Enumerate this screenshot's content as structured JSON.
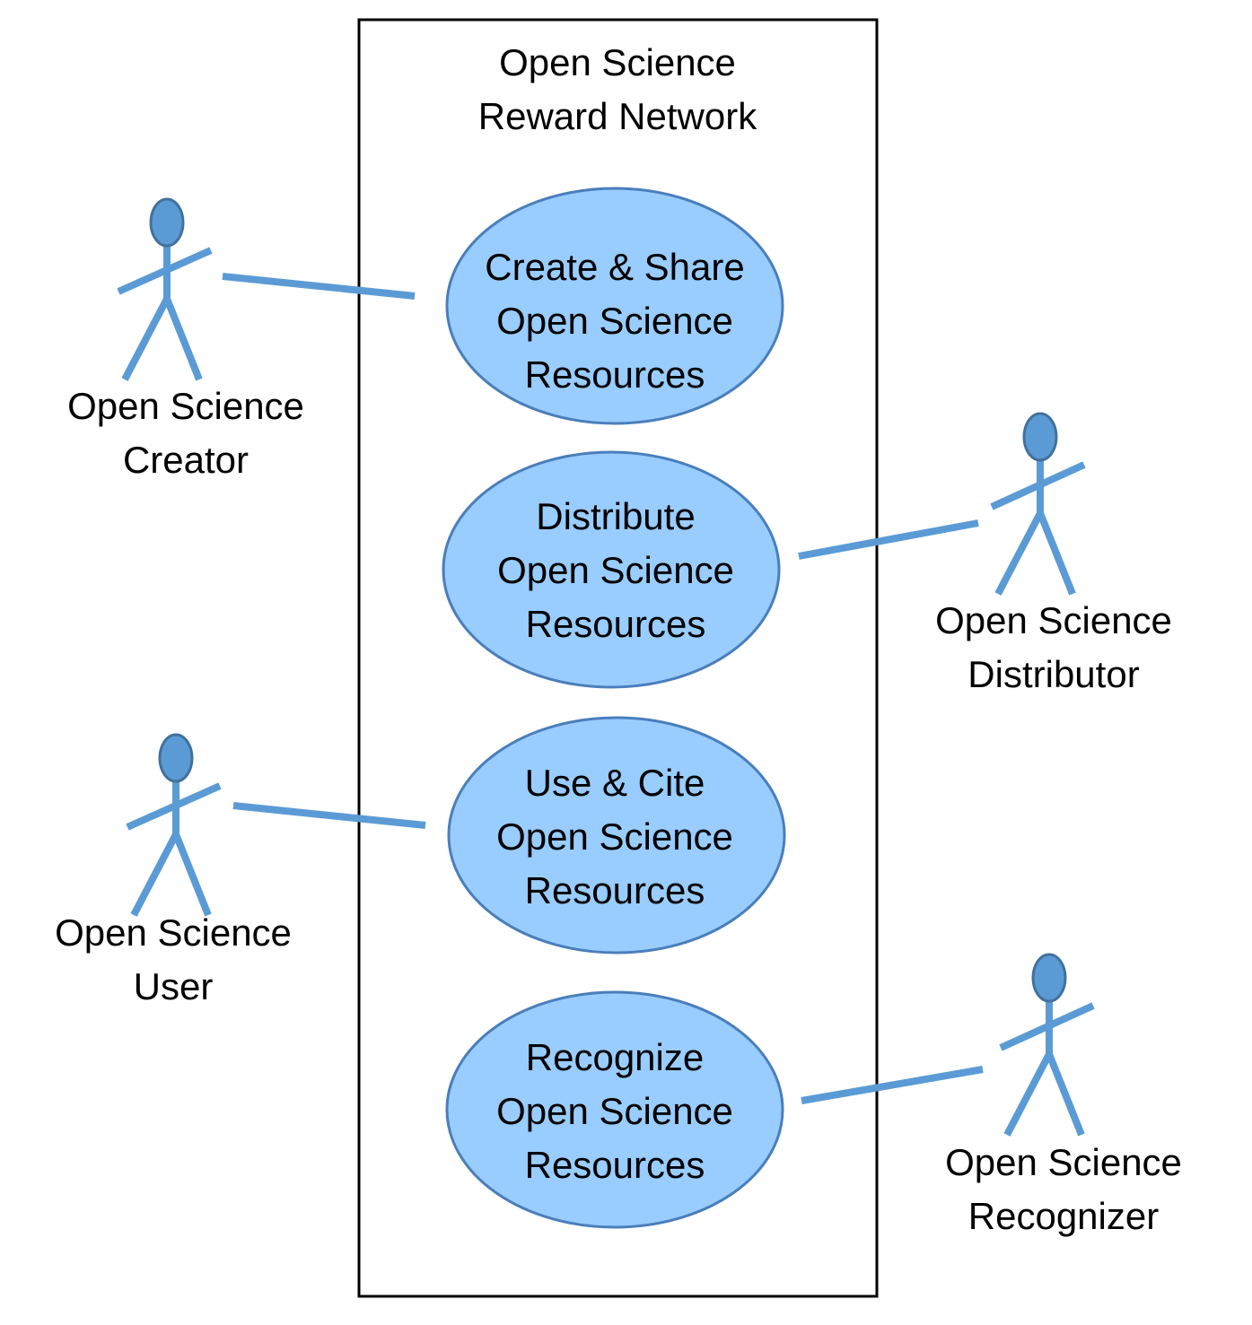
{
  "system": {
    "title_lines": [
      "Open Science",
      "Reward Network"
    ]
  },
  "use_cases": [
    {
      "id": "create-share",
      "lines": [
        "Create & Share",
        "Open Science",
        "Resources"
      ]
    },
    {
      "id": "distribute",
      "lines": [
        "Distribute",
        "Open Science",
        "Resources"
      ]
    },
    {
      "id": "use-cite",
      "lines": [
        "Use & Cite",
        "Open Science",
        "Resources"
      ]
    },
    {
      "id": "recognize",
      "lines": [
        "Recognize",
        "Open Science",
        "Resources"
      ]
    }
  ],
  "actors": [
    {
      "id": "creator",
      "lines": [
        "Open Science",
        "Creator"
      ]
    },
    {
      "id": "distributor",
      "lines": [
        "Open Science",
        "Distributor"
      ]
    },
    {
      "id": "user",
      "lines": [
        "Open Science",
        "User"
      ]
    },
    {
      "id": "recognizer",
      "lines": [
        "Open Science",
        "Recognizer"
      ]
    }
  ],
  "colors": {
    "ellipse_fill": "#99ccff",
    "ellipse_stroke": "#4a7ebb",
    "actor_stroke": "#5b9bd5",
    "actor_head_fill": "#5b9bd5",
    "actor_head_stroke": "#41719c",
    "system_border": "#000000"
  }
}
